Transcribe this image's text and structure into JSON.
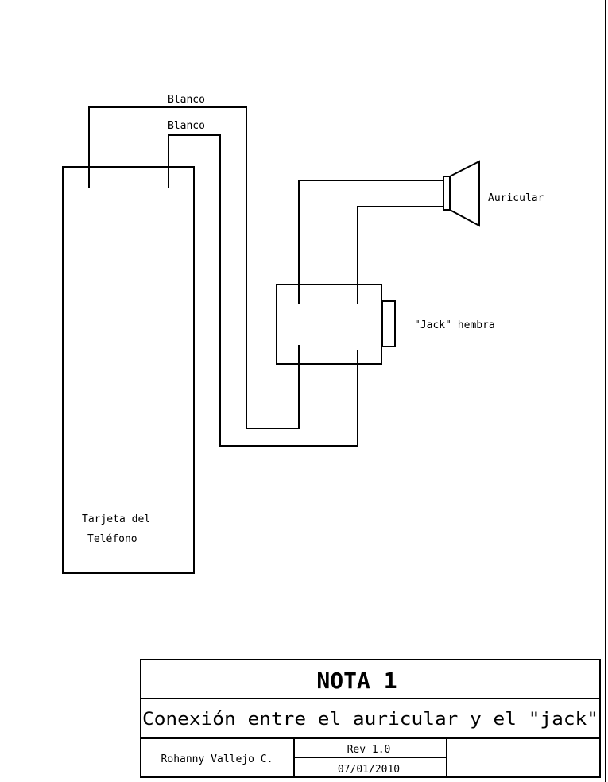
{
  "diagram": {
    "labels": {
      "wire_top": "Blanco",
      "wire_second": "Blanco",
      "speaker": "Auricular",
      "jack": "\"Jack\" hembra",
      "board_line1": "Tarjeta del",
      "board_line2": "Teléfono"
    }
  },
  "title_block": {
    "title": "NOTA 1",
    "description": "Conexión entre el auricular y el \"jack\"",
    "author": "Rohanny Vallejo C.",
    "revision": "Rev 1.0",
    "date": "07/01/2010",
    "extra": ""
  }
}
